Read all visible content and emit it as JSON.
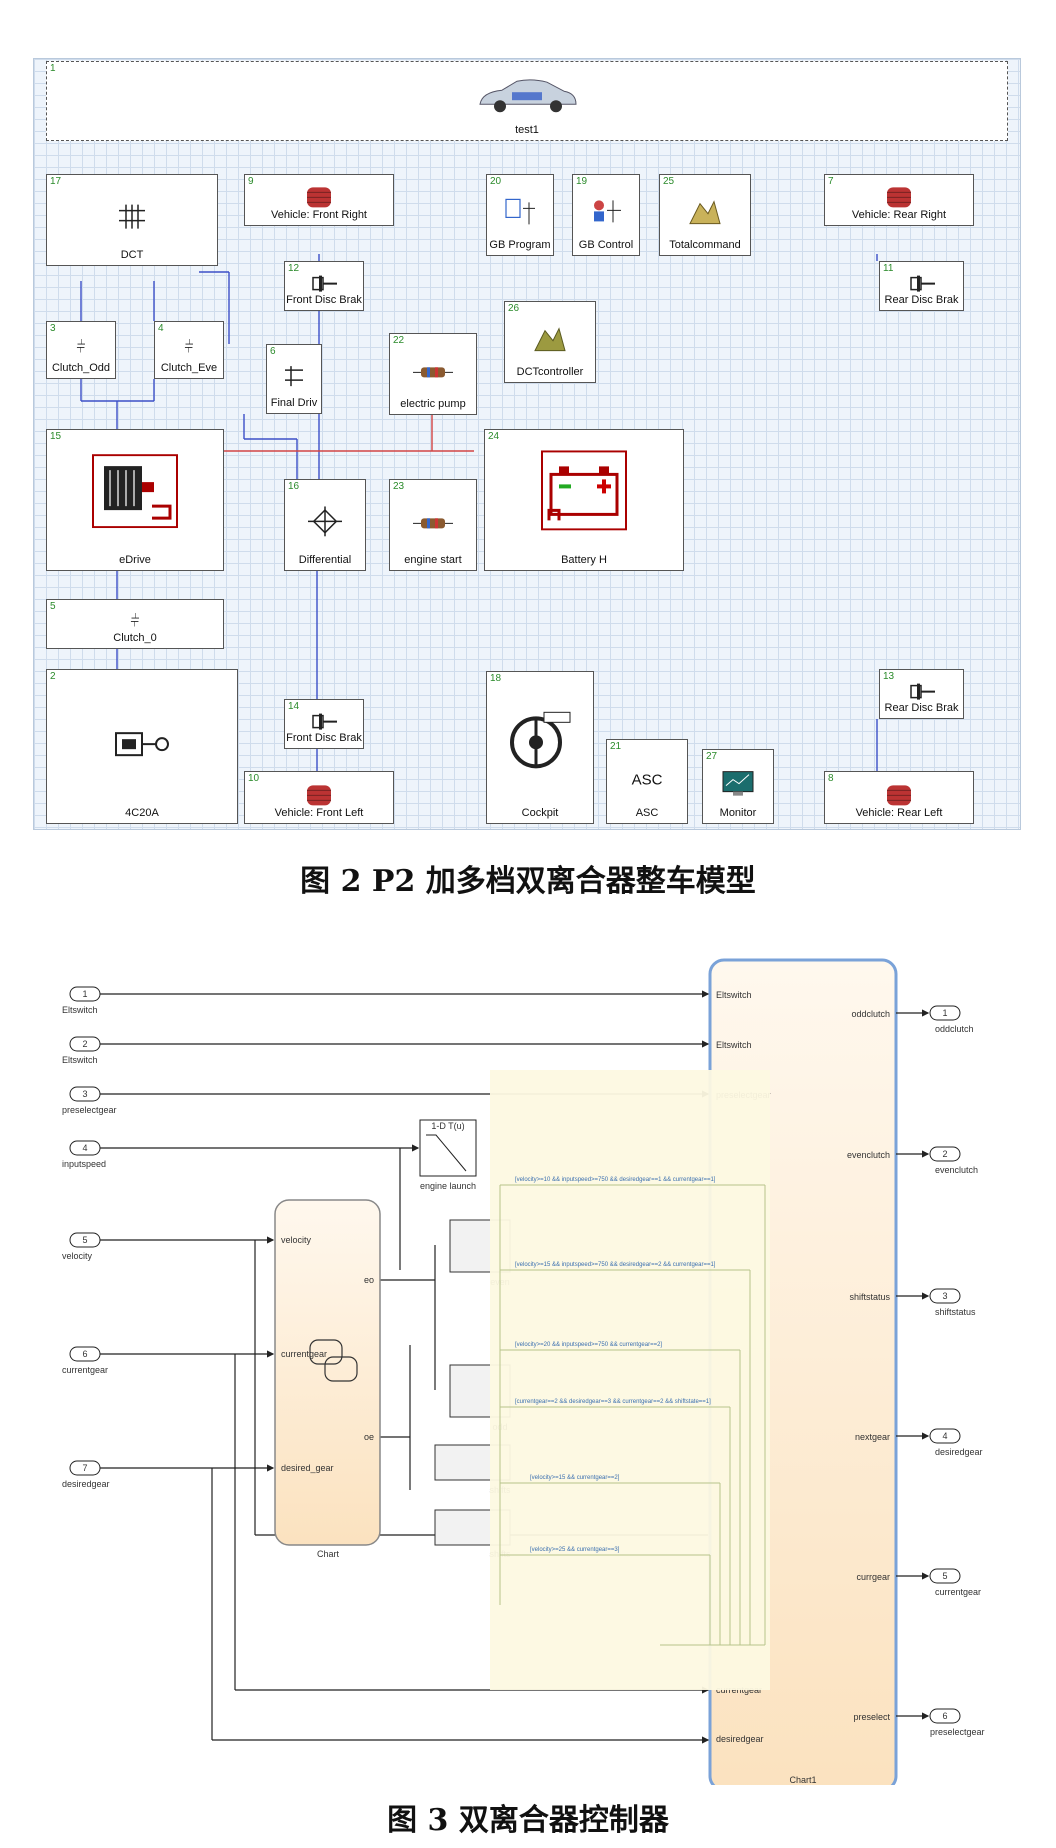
{
  "fig2": {
    "caption": "图 2  P2 加多档双离合器整车模型",
    "blocks": [
      {
        "num": "1",
        "label": "test1"
      },
      {
        "num": "17",
        "label": "DCT"
      },
      {
        "num": "9",
        "label": "Vehicle: Front Right"
      },
      {
        "num": "12",
        "label": "Front Disc Brak"
      },
      {
        "num": "20",
        "label": "GB Program"
      },
      {
        "num": "19",
        "label": "GB Control"
      },
      {
        "num": "25",
        "label": "Totalcommand"
      },
      {
        "num": "7",
        "label": "Vehicle: Rear Right"
      },
      {
        "num": "11",
        "label": "Rear Disc Brak"
      },
      {
        "num": "3",
        "label": "Clutch_Odd"
      },
      {
        "num": "4",
        "label": "Clutch_Eve"
      },
      {
        "num": "6",
        "label": "Final Driv"
      },
      {
        "num": "22",
        "label": "electric pump"
      },
      {
        "num": "26",
        "label": "DCTcontroller"
      },
      {
        "num": "15",
        "label": "eDrive"
      },
      {
        "num": "16",
        "label": "Differential"
      },
      {
        "num": "23",
        "label": "engine start"
      },
      {
        "num": "24",
        "label": "Battery H"
      },
      {
        "num": "5",
        "label": "Clutch_0"
      },
      {
        "num": "2",
        "label": "4C20A"
      },
      {
        "num": "14",
        "label": "Front Disc Brak"
      },
      {
        "num": "10",
        "label": "Vehicle: Front Left"
      },
      {
        "num": "18",
        "label": "Cockpit"
      },
      {
        "num": "21",
        "label": "ASC",
        "icon_text": "ASC"
      },
      {
        "num": "27",
        "label": "Monitor"
      },
      {
        "num": "13",
        "label": "Rear Disc Brak"
      },
      {
        "num": "8",
        "label": "Vehicle: Rear Left"
      }
    ]
  },
  "fig3": {
    "caption": "图 3  双离合器控制器",
    "inports": [
      {
        "num": "1",
        "label": "Eltswitch"
      },
      {
        "num": "2",
        "label": "Eltswitch"
      },
      {
        "num": "3",
        "label": "preselectgear"
      },
      {
        "num": "4",
        "label": "inputspeed"
      },
      {
        "num": "5",
        "label": "velocity"
      },
      {
        "num": "6",
        "label": "currentgear"
      },
      {
        "num": "7",
        "label": "desiredgear"
      }
    ],
    "outports": [
      {
        "num": "1",
        "label": "oddclutch"
      },
      {
        "num": "2",
        "label": "evenclutch"
      },
      {
        "num": "3",
        "label": "shiftstatus"
      },
      {
        "num": "4",
        "label": "desiredgear"
      },
      {
        "num": "5",
        "label": "currentgear"
      },
      {
        "num": "6",
        "label": "preselectgear"
      }
    ],
    "chart1_in": [
      "Eltswitch",
      "Eltswitch",
      "preselectgear",
      "currentgear",
      "desiredgear"
    ],
    "chart1_out": [
      "oddclutch",
      "evenclutch",
      "shiftstatus",
      "nextgear",
      "currgear",
      "preselect"
    ],
    "chart1_label": "Chart1",
    "lookup_label": "engine launch",
    "lookup_title": "1-D T(u)",
    "chart_label": "Chart",
    "chart_in": [
      "velocity",
      "currentgear",
      "desired_gear"
    ],
    "chart_out": [
      "eo",
      "oe"
    ],
    "sub_labels": [
      "even",
      "odd",
      "shifts",
      "shifts"
    ],
    "conditions": [
      "[velocity>=10 && inputspeed>=750 && desiredgear==1 && currentgear==1]",
      "[velocity>=15 && inputspeed>=750 && desiredgear==2 && currentgear==1]",
      "[velocity>=20 && inputspeed>=750 && currentgear==2]",
      "[currentgear==2 && desiredgear==3 && currentgear==2 && shiftstate==1]",
      "[velocity>=15 && currentgear==2]",
      "[velocity>=25 && currentgear==3]"
    ]
  }
}
